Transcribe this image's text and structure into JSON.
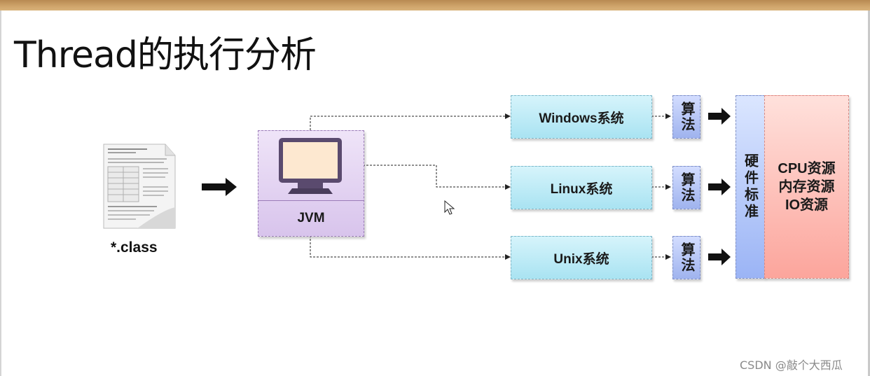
{
  "slide": {
    "title": "Thread的执行分析",
    "file_label": "*.class",
    "jvm_label": "JVM",
    "systems": [
      {
        "label": "Windows系统",
        "algo_label": "算法"
      },
      {
        "label": "Linux系统",
        "algo_label": "算法"
      },
      {
        "label": "Unix系统",
        "algo_label": "算法"
      }
    ],
    "hardware_label": "硬件标准",
    "resources": {
      "line1": "CPU资源",
      "line2": "内存资源",
      "line3": "IO资源"
    },
    "watermark": "CSDN @敲个大西瓜"
  },
  "colors": {
    "system_box": "#a9e3f2",
    "algo_box": "#9fb3ee",
    "hardware_box": "#9bb4f5",
    "resource_box": "#fca59c",
    "jvm_box": "#d8c4ec"
  },
  "icons": [
    "document-icon",
    "monitor-icon",
    "cursor-icon"
  ]
}
